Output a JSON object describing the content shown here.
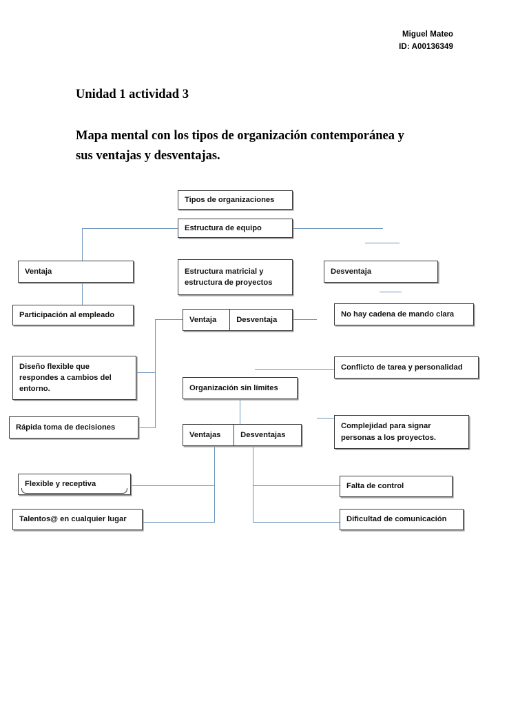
{
  "header": {
    "author_name": "Miguel Mateo",
    "student_id": "ID: A00136349"
  },
  "titles": {
    "activity": "Unidad 1 actividad 3",
    "subject": "Mapa mental con los tipos de organización contemporánea y sus ventajas y desventajas."
  },
  "colors": {
    "connector_line": "#6a93bd",
    "box_border": "#3a3a3a",
    "box_shadow": "#9a9a9a",
    "text": "#000000",
    "page_background": "#ffffff"
  },
  "diagram": {
    "type": "mind-map",
    "root_label": "Tipos de organizaciones",
    "nodes": {
      "tipos_de_organizaciones": "Tipos de organizaciones",
      "estructura_de_equipo": "Estructura de equipo",
      "ventaja_equipo": "Ventaja",
      "desventaja_equipo": "Desventaja",
      "participacion_al_empleado": "Participación al empleado",
      "no_hay_cadena": "No hay cadena de mando clara",
      "estructura_matricial": "Estructura matricial y estructura de proyectos",
      "matricial_ventaja": "Ventaja",
      "matricial_desventaja": "Desventaja",
      "diseno_flexible": "Diseño flexible que respondes a cambios del entorno.",
      "rapida_toma": "Rápida toma de decisiones",
      "conflicto_tarea": "Conflicto de tarea y personalidad",
      "complejidad_signar": "Complejidad para signar personas a los proyectos.",
      "organizacion_sin_limites": "Organización sin límites",
      "sin_limites_ventajas": "Ventajas",
      "sin_limites_desventajas": "Desventajas",
      "flexible_receptiva": "Flexible y receptiva",
      "talentos": "Talentos@ en cualquier lugar",
      "falta_de_control": "Falta de control",
      "dificultad_comunicacion": "Dificultad de comunicación"
    },
    "branches": [
      {
        "name": "Estructura de equipo",
        "advantages": [
          "Participación al empleado"
        ],
        "disadvantages": [
          "No hay cadena de mando clara"
        ]
      },
      {
        "name": "Estructura matricial y estructura de proyectos",
        "advantages": [
          "Diseño flexible que respondes a cambios del entorno.",
          "Rápida toma de decisiones"
        ],
        "disadvantages": [
          "Conflicto de tarea y personalidad",
          "Complejidad para signar personas a los proyectos."
        ]
      },
      {
        "name": "Organización sin límites",
        "advantages": [
          "Flexible y receptiva",
          "Talentos@ en cualquier lugar"
        ],
        "disadvantages": [
          "Falta de control",
          "Dificultad de comunicación"
        ]
      }
    ]
  }
}
